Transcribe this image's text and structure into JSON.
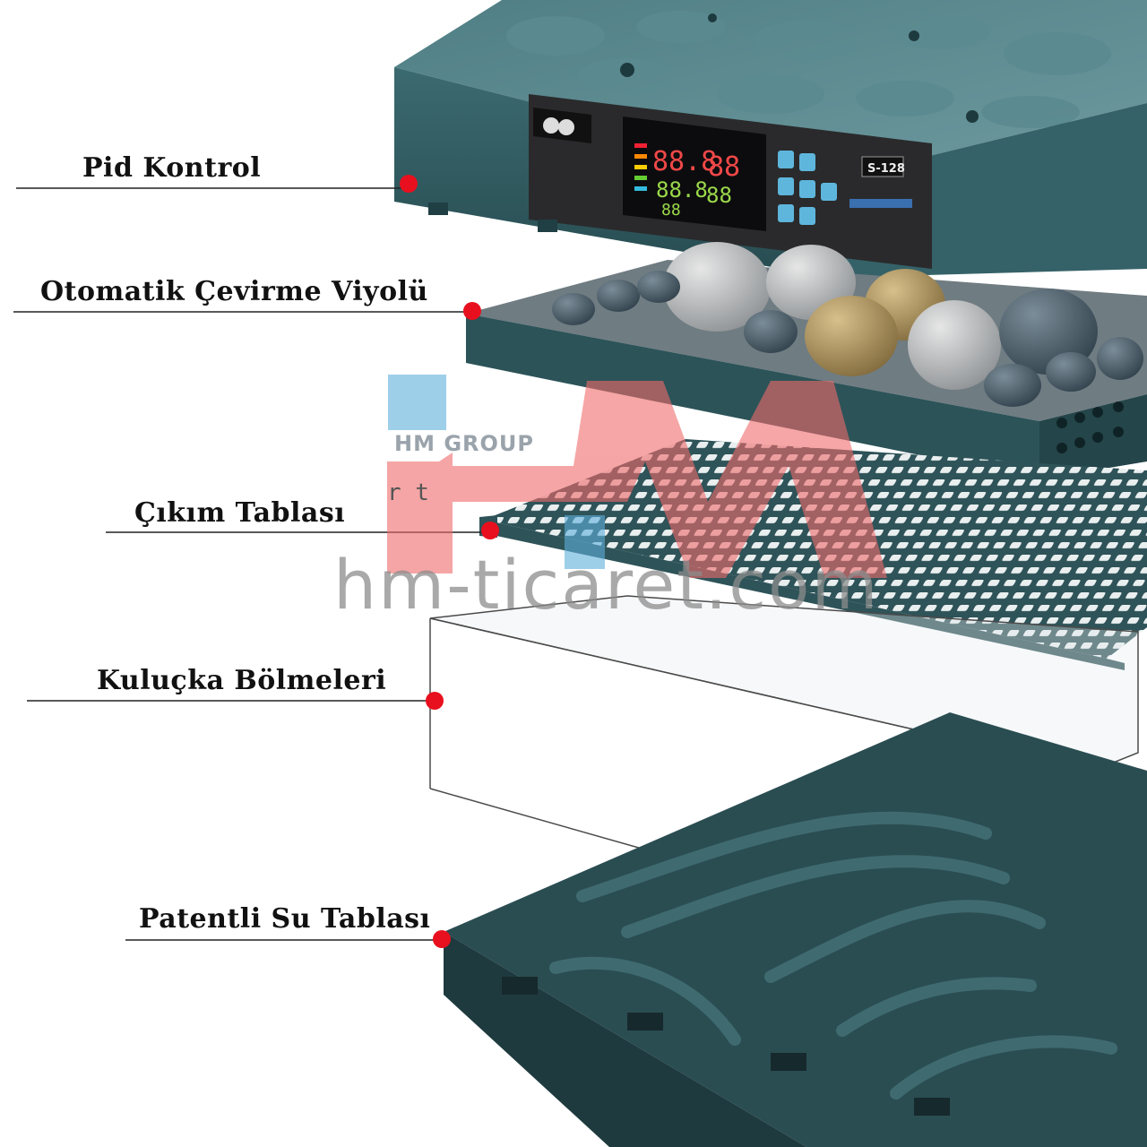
{
  "labels": {
    "pid": "Pid Kontrol",
    "viyol": "Otomatik Çevirme Viyolü",
    "cikim": "Çıkım Tablası",
    "kulucka": "Kuluçka Bölmeleri",
    "su": "Patentli Su Tablası"
  },
  "device": {
    "model": "S-128",
    "display_temp": "88.8",
    "display_hum": "88",
    "display_temp2": "88.8",
    "display_hum2": "88",
    "display_small": "88"
  },
  "watermark": {
    "brand": "HM GROUP",
    "site": "hm-ticaret.com",
    "small": "r t"
  },
  "colors": {
    "body": "#2f5a60",
    "body_dark": "#1f3f44",
    "marker": "#e8101e",
    "logo_red": "#f06a6a",
    "logo_blue": "#5fb0dc"
  }
}
